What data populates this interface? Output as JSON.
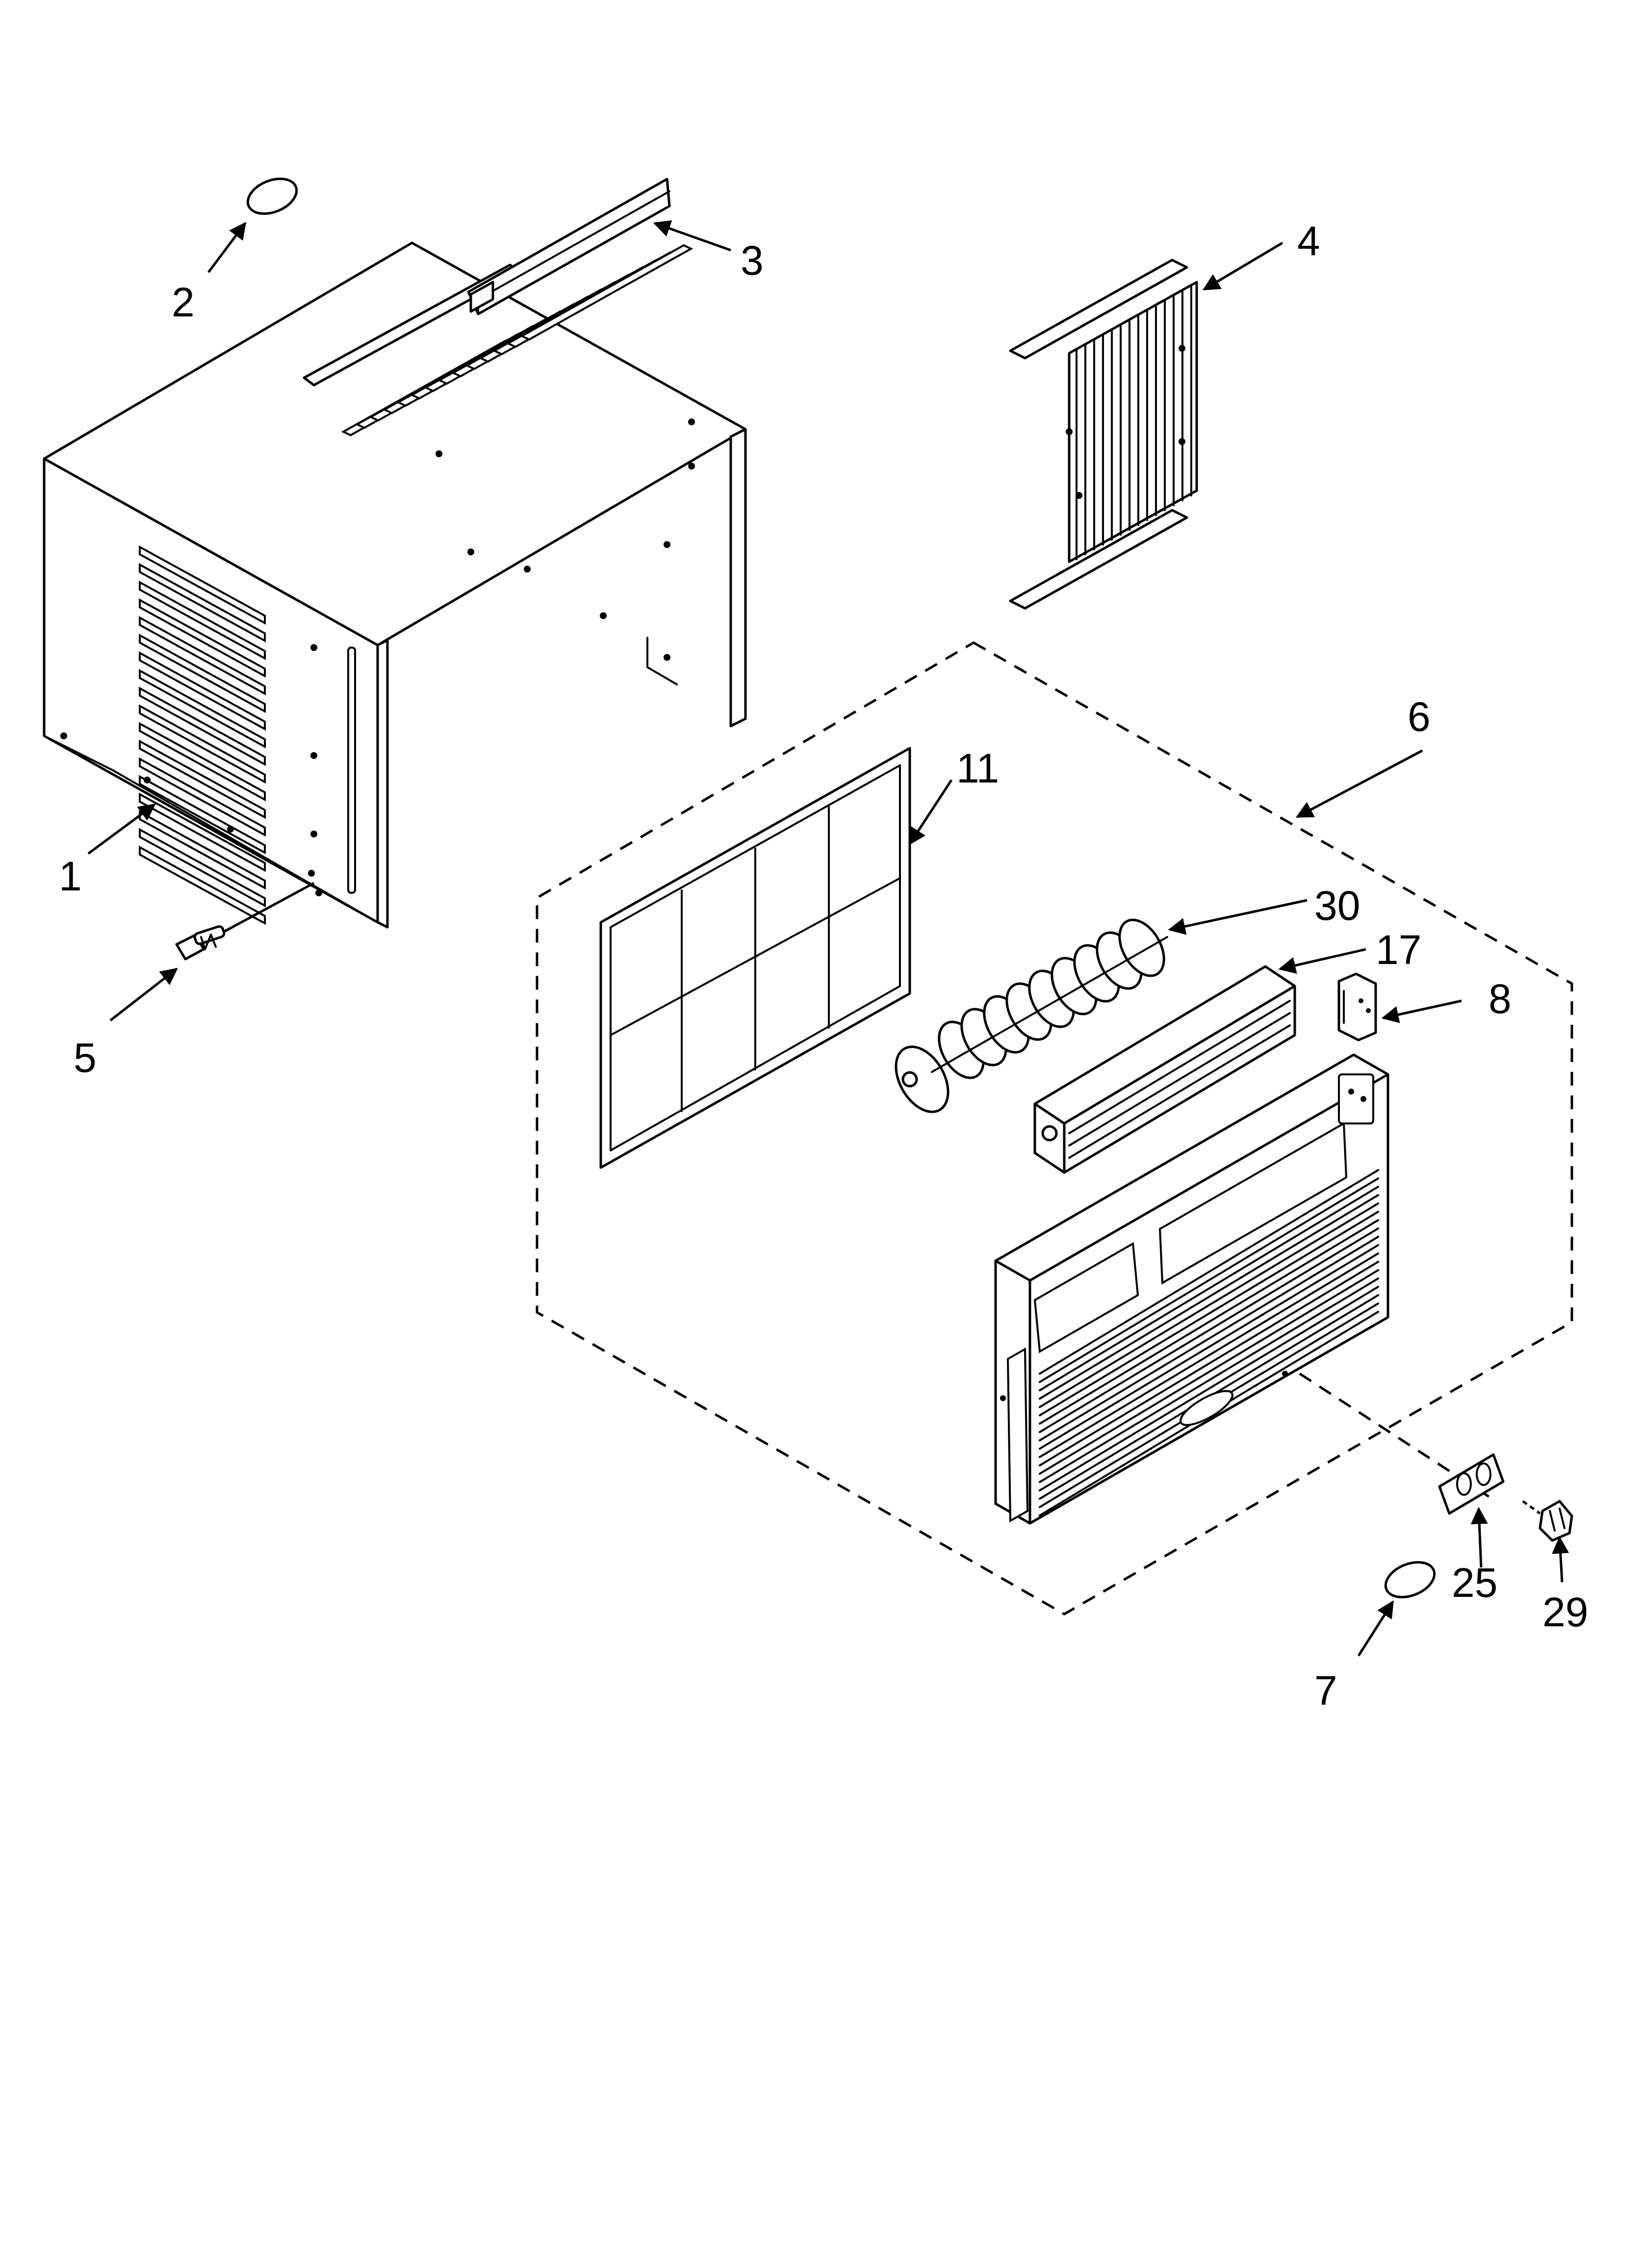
{
  "callouts": {
    "c1": "1",
    "c2": "2",
    "c3": "3",
    "c4": "4",
    "c5": "5",
    "c6": "6",
    "c7": "7",
    "c8": "8",
    "c11": "11",
    "c17": "17",
    "c25": "25",
    "c29": "29",
    "c30": "30"
  },
  "colors": {
    "ink": "#000000",
    "paper": "#ffffff"
  }
}
